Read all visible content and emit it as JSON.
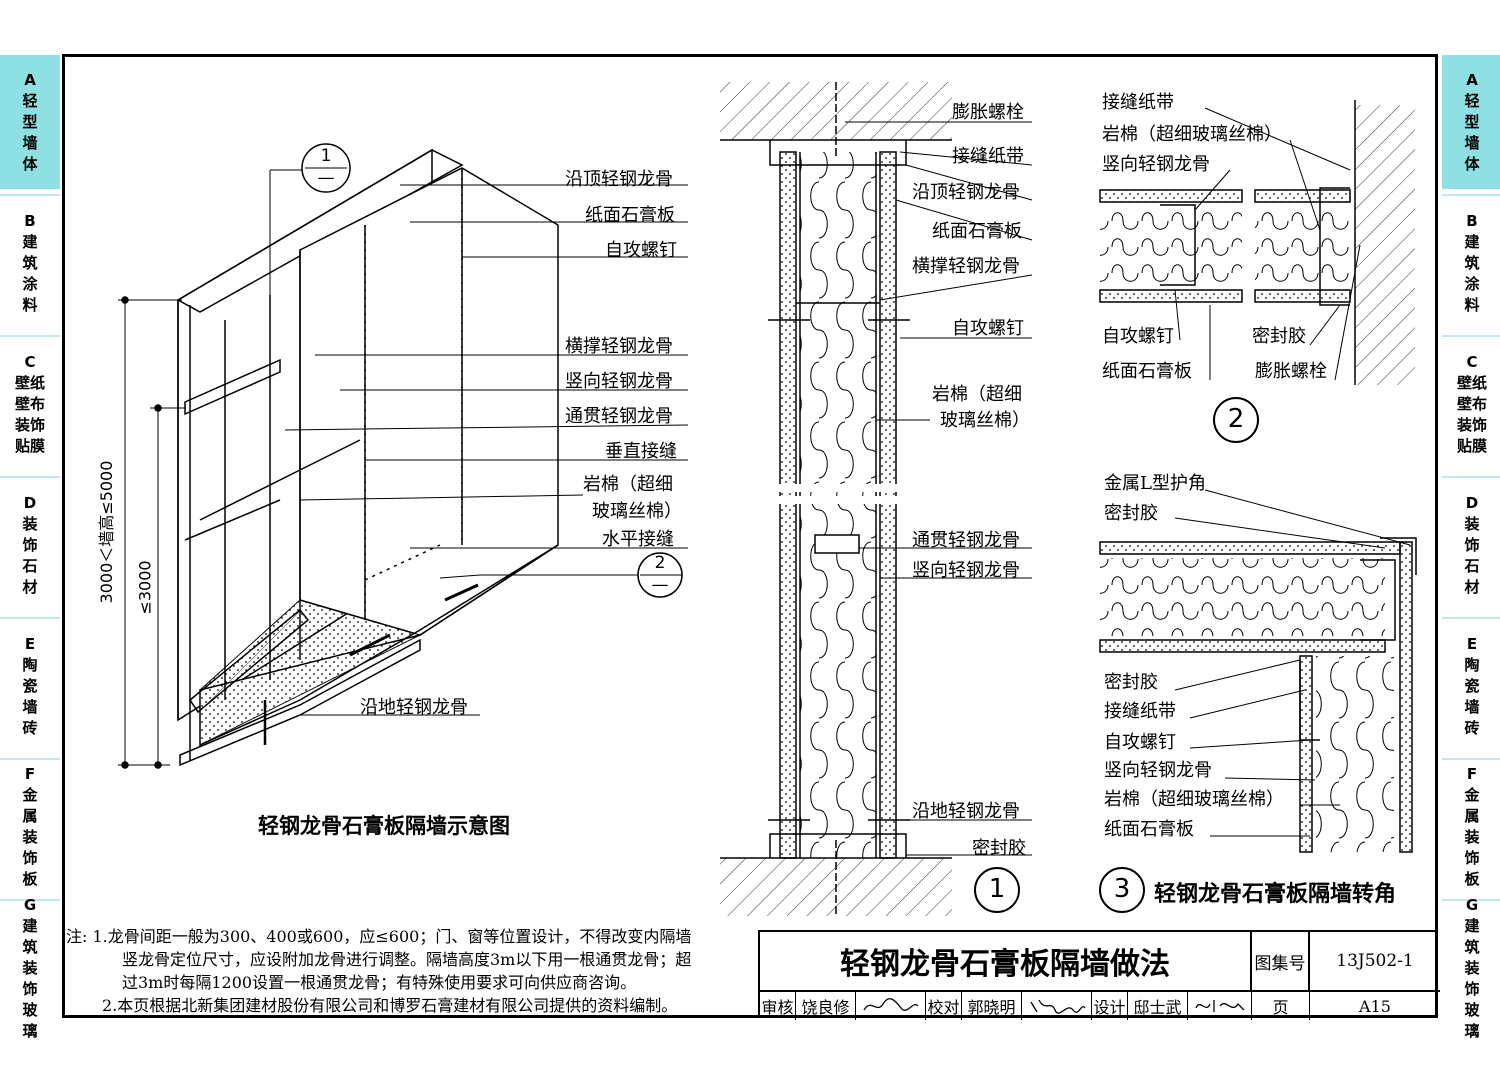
{
  "left_tabs": [
    {
      "letter": "A",
      "name": "轻型墙体",
      "active": true
    },
    {
      "letter": "B",
      "name": "建筑涂料",
      "active": false
    },
    {
      "letter": "C",
      "name": "壁纸壁布装饰贴膜",
      "active": false
    },
    {
      "letter": "D",
      "name": "装饰石材",
      "active": false
    },
    {
      "letter": "E",
      "name": "陶瓷墙砖",
      "active": false
    },
    {
      "letter": "F",
      "name": "金属装饰板",
      "active": false
    },
    {
      "letter": "G",
      "name": "建筑装饰玻璃",
      "active": false
    }
  ],
  "right_tabs": [
    {
      "letter": "A",
      "name": "轻型墙体",
      "active": true
    },
    {
      "letter": "B",
      "name": "建筑涂料",
      "active": false
    },
    {
      "letter": "C",
      "name": "壁纸壁布装饰贴膜",
      "active": false
    },
    {
      "letter": "D",
      "name": "装饰石材",
      "active": false
    },
    {
      "letter": "E",
      "name": "陶瓷墙砖",
      "active": false
    },
    {
      "letter": "F",
      "name": "金属装饰板",
      "active": false
    },
    {
      "letter": "G",
      "name": "建筑装饰玻璃",
      "active": false
    }
  ],
  "iso": {
    "caption": "轻钢龙骨石膏板隔墙示意图",
    "dim_tall": "3000＜墙高≤5000",
    "dim_short": "≤3000",
    "callout1_num": "1",
    "callout1_den": "—",
    "callout2_num": "2",
    "callout2_den": "—",
    "labels": {
      "top_track": "沿顶轻钢龙骨",
      "gypsum": "纸面石膏板",
      "screw": "自攻螺钉",
      "cross_brace": "横撑轻钢龙骨",
      "vertical_stud": "竖向轻钢龙骨",
      "through_channel": "通贯轻钢龙骨",
      "vertical_joint": "垂直接缝",
      "rockwool_a": "岩棉（超细",
      "rockwool_b": "玻璃丝棉）",
      "horizontal_joint": "水平接缝",
      "floor_track": "沿地轻钢龙骨"
    }
  },
  "section1": {
    "number": "1",
    "labels": {
      "expansion_bolt": "膨胀螺栓",
      "joint_tape": "接缝纸带",
      "top_track": "沿顶轻钢龙骨",
      "gypsum": "纸面石膏板",
      "cross_brace": "横撑轻钢龙骨",
      "screw": "自攻螺钉",
      "rockwool_a": "岩棉（超细",
      "rockwool_b": "玻璃丝棉）",
      "through_channel": "通贯轻钢龙骨",
      "vertical_stud": "竖向轻钢龙骨",
      "floor_track": "沿地轻钢龙骨",
      "sealant": "密封胶"
    }
  },
  "detail2": {
    "number": "2",
    "labels": {
      "joint_tape": "接缝纸带",
      "rockwool": "岩棉（超细玻璃丝棉）",
      "vertical_stud": "竖向轻钢龙骨",
      "screw": "自攻螺钉",
      "sealant": "密封胶",
      "gypsum": "纸面石膏板",
      "expansion_bolt": "膨胀螺栓"
    }
  },
  "detail3": {
    "number": "3",
    "title": "轻钢龙骨石膏板隔墙转角",
    "labels": {
      "corner_guard": "金属L型护角",
      "sealant_top": "密封胶",
      "sealant": "密封胶",
      "joint_tape": "接缝纸带",
      "screw": "自攻螺钉",
      "vertical_stud": "竖向轻钢龙骨",
      "rockwool": "岩棉（超细玻璃丝棉）",
      "gypsum": "纸面石膏板"
    }
  },
  "notes": {
    "prefix": "注:",
    "n1_l1": "1.龙骨间距一般为300、400或600，应≤600；门、窗等位置设计，不得改变内隔墙",
    "n1_l2": "竖龙骨定位尺寸，应设附加龙骨进行调整。隔墙高度3m以下用一根通贯龙骨；超",
    "n1_l3": "过3m时每隔1200设置一根通贯龙骨；有特殊使用要求可向供应商咨询。",
    "n2": "2.本页根据北新集团建材股份有限公司和博罗石膏建材有限公司提供的资料编制。"
  },
  "titleblock": {
    "title": "轻钢龙骨石膏板隔墙做法",
    "atlas_label": "图集号",
    "atlas_no": "13J502-1",
    "review_label": "审核",
    "reviewer": "饶良修",
    "check_label": "校对",
    "checker": "郭晓明",
    "design_label": "设计",
    "designer": "邸士武",
    "page_label": "页",
    "page_no": "A15"
  }
}
